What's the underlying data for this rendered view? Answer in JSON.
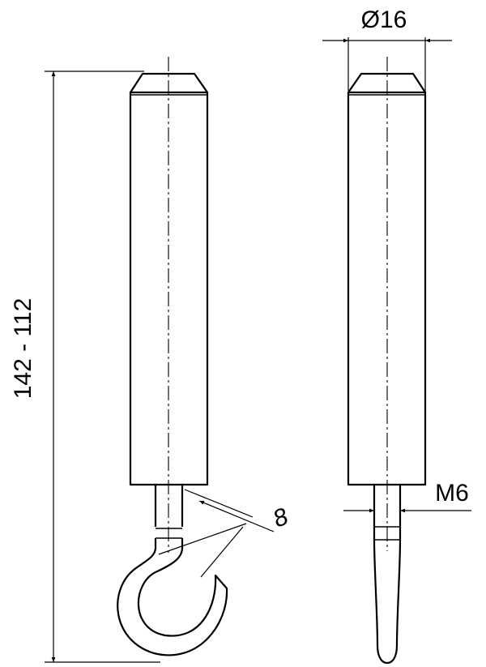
{
  "dimensions": {
    "overall_length": "142 - 112",
    "diameter": "Ø16",
    "thread": "M6",
    "hook_width": "8"
  },
  "colors": {
    "line": "#000000",
    "background": "#ffffff"
  }
}
